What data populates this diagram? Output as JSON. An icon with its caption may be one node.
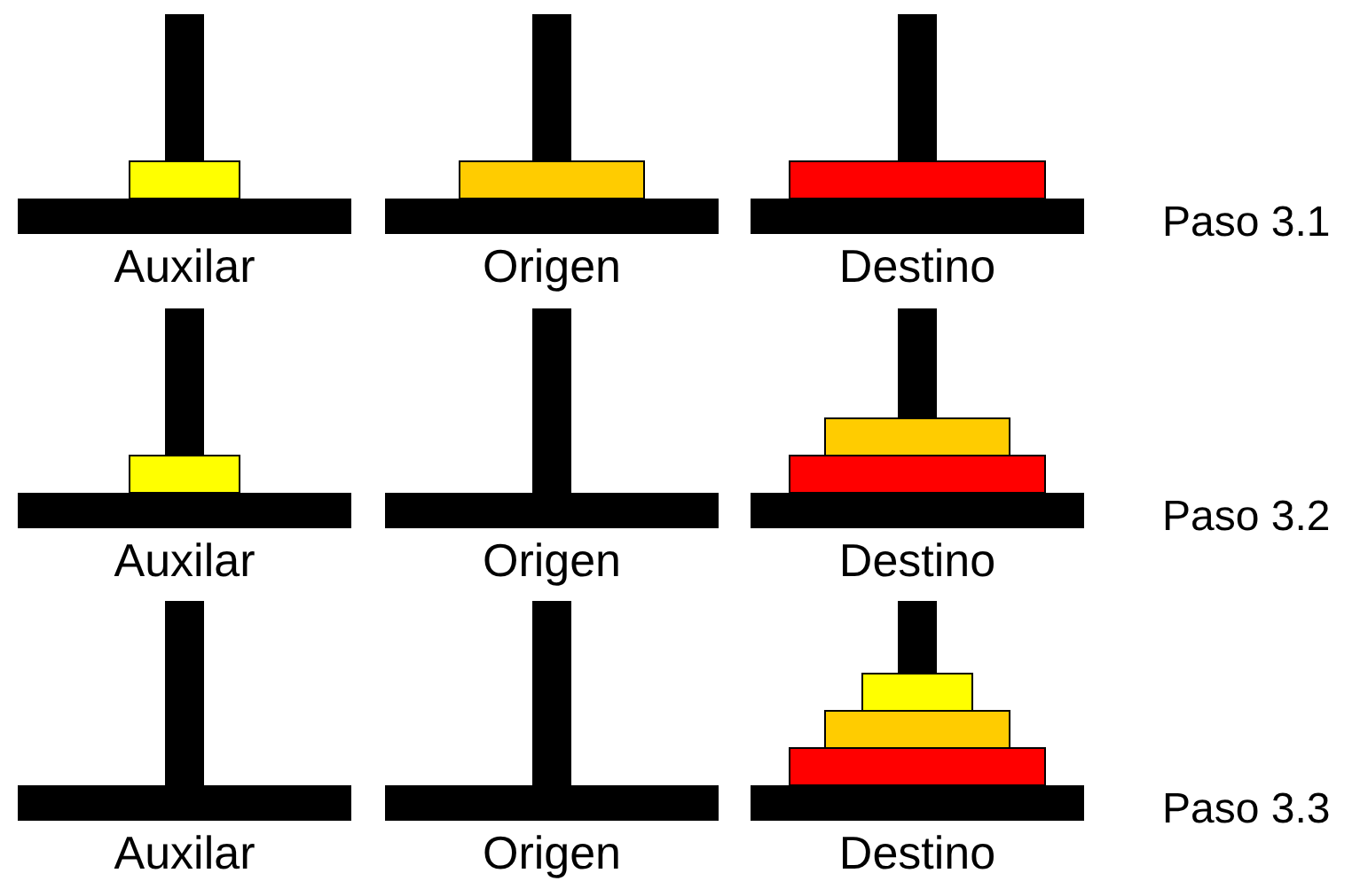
{
  "diagram": {
    "labels": [
      "Auxilar",
      "Origen",
      "Destino",
      "Paso 3.1",
      "Auxilar",
      "Origen",
      "Destino",
      "Paso 3.2",
      "Auxilar",
      "Origen",
      "Destino",
      "Paso 3.3"
    ]
  }
}
